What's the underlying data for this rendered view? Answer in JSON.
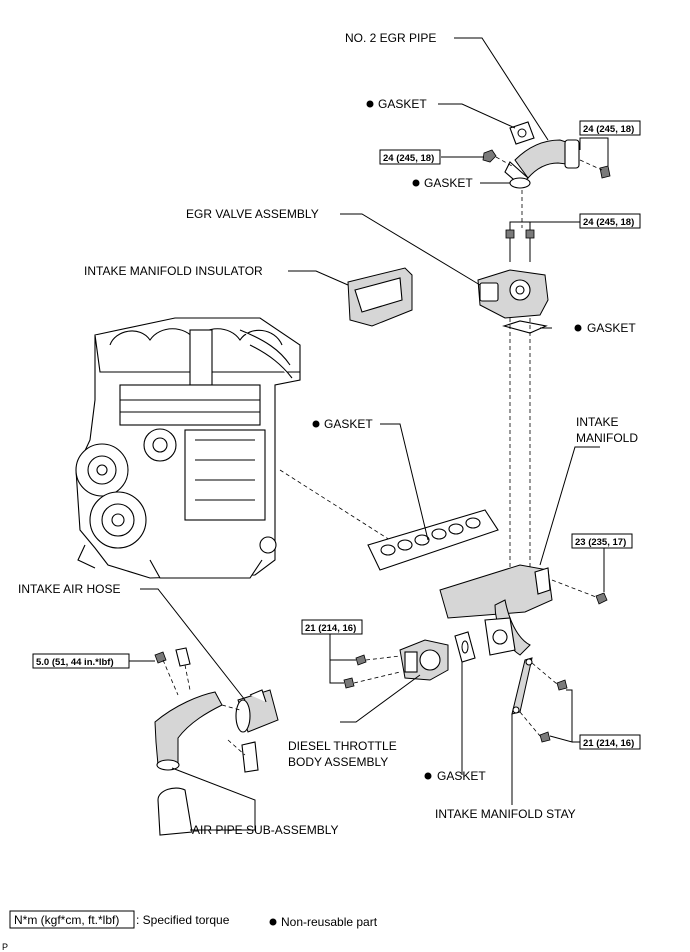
{
  "labels": {
    "no2_egr_pipe": "NO. 2 EGR PIPE",
    "gasket_top": "GASKET",
    "gasket_mid": "GASKET",
    "egr_valve_assembly": "EGR VALVE ASSEMBLY",
    "intake_manifold_insulator": "INTAKE MANIFOLD INSULATOR",
    "gasket_egr_valve": "GASKET",
    "gasket_manifold": "GASKET",
    "intake_manifold_line1": "INTAKE",
    "intake_manifold_line2": "MANIFOLD",
    "intake_air_hose": "INTAKE AIR HOSE",
    "diesel_throttle_line1": "DIESEL THROTTLE",
    "diesel_throttle_line2": "BODY ASSEMBLY",
    "gasket_throttle": "GASKET",
    "intake_manifold_stay": "INTAKE MANIFOLD STAY",
    "air_pipe_sub_assembly": "AIR PIPE SUB-ASSEMBLY"
  },
  "torques": {
    "egr_pipe_right": "24 (245, 18)",
    "egr_pipe_left": "24 (245, 18)",
    "egr_valve_bolts": "24 (245, 18)",
    "manifold_bolt": "23 (235, 17)",
    "throttle_bolts": "21 (214, 16)",
    "stay_bolts": "21 (214, 16)",
    "air_hose_bolt": "5.0 (51, 44 in.*lbf)"
  },
  "legend": {
    "torque_unit": "N*m (kgf*cm, ft.*lbf)",
    "torque_desc": ": Specified torque",
    "non_reusable": "Non-reusable part"
  },
  "corner_mark": "P"
}
